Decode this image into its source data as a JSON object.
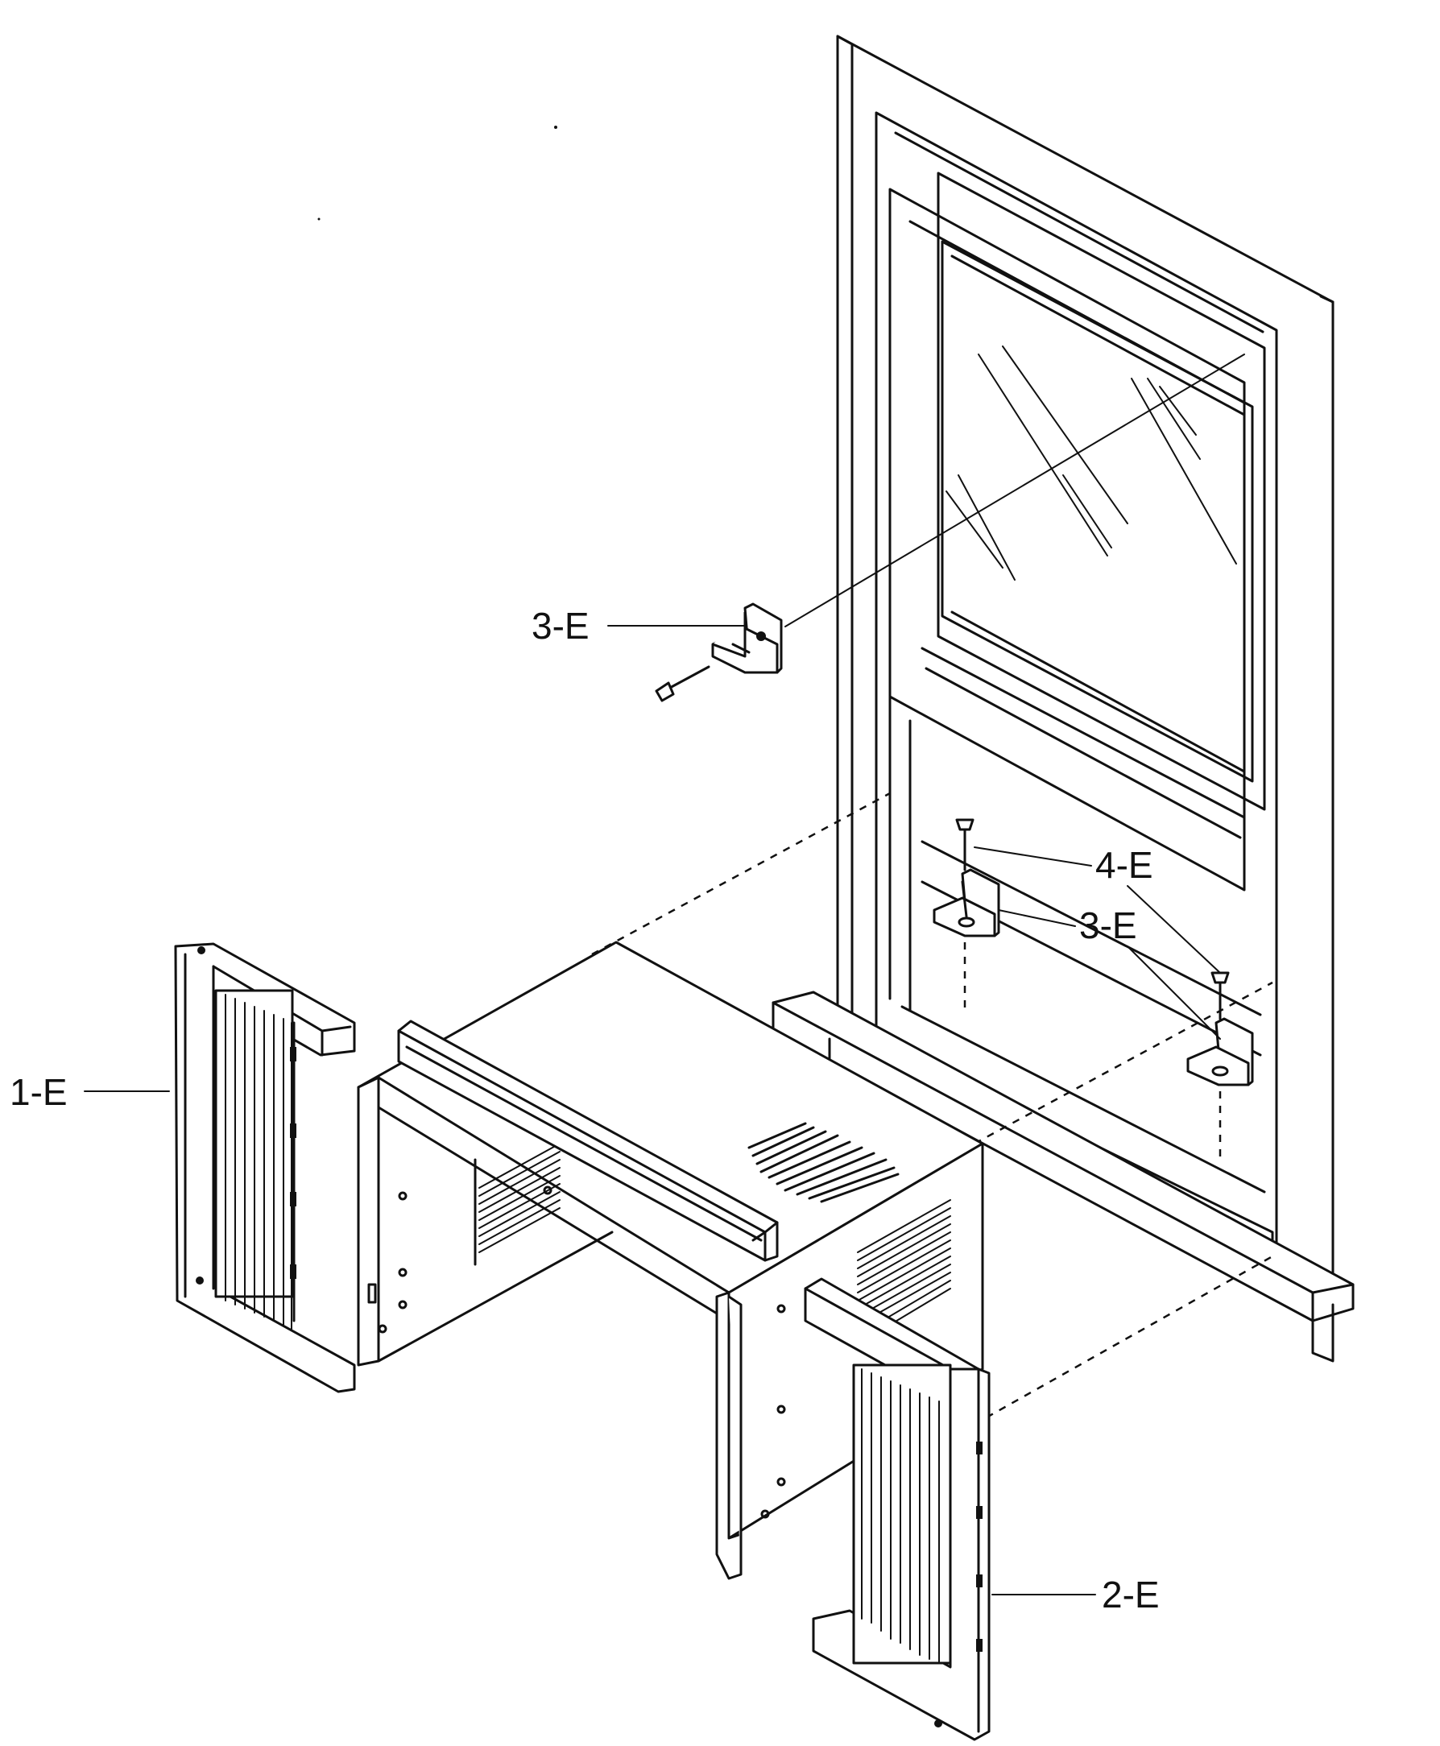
{
  "callouts": {
    "c1": "1-E",
    "c2": "2-E",
    "c3a": "3-E",
    "c3b": "3-E",
    "c4": "4-E"
  },
  "colors": {
    "ink": "#111111",
    "paper": "#ffffff"
  }
}
